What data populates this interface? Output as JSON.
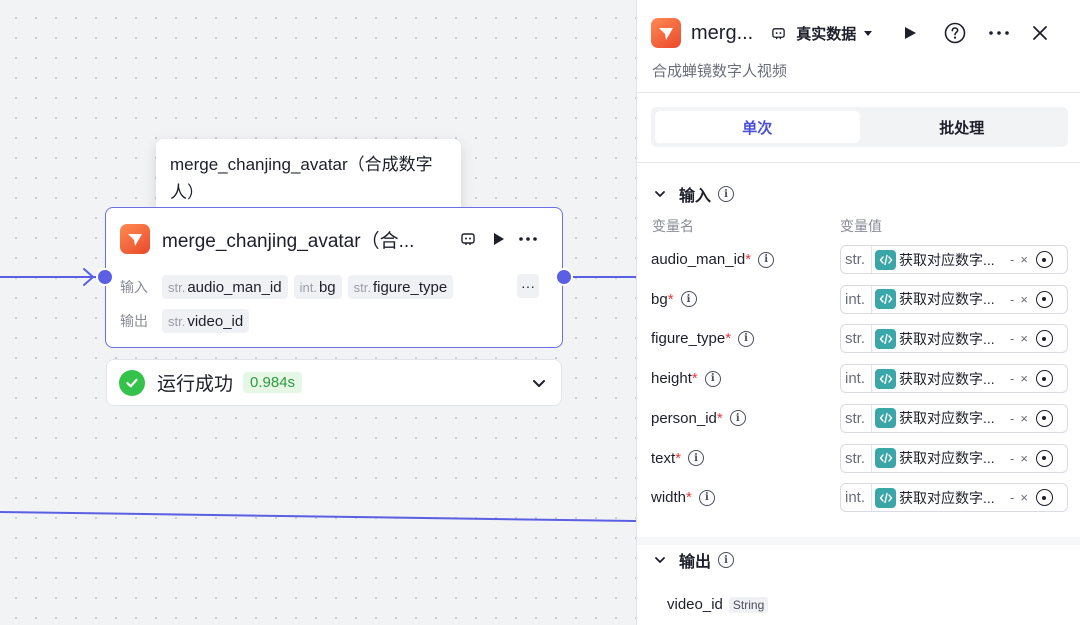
{
  "node": {
    "tooltip": "merge_chanjing_avatar（合成数字人）",
    "title": "merge_chanjing_avatar（合...",
    "input_label": "输入",
    "output_label": "输出",
    "inputs": [
      {
        "type": "str.",
        "name": "audio_man_id"
      },
      {
        "type": "int.",
        "name": "bg"
      },
      {
        "type": "str.",
        "name": "figure_type"
      }
    ],
    "more": "···",
    "outputs": [
      {
        "type": "str.",
        "name": "video_id"
      }
    ]
  },
  "status": {
    "text": "运行成功",
    "duration": "0.984s"
  },
  "panel": {
    "title": "merg...",
    "data_source": "真实数据",
    "subtitle": "合成蝉镜数字人视频",
    "tabs": [
      "单次",
      "批处理"
    ],
    "active_tab": 0,
    "input_section": "输入",
    "col_name": "变量名",
    "col_value": "变量值",
    "variables": [
      {
        "name": "audio_man_id",
        "type": "str.",
        "ref": "获取对应数字...",
        "required": "*"
      },
      {
        "name": "bg",
        "type": "int.",
        "ref": "获取对应数字...",
        "required": "*"
      },
      {
        "name": "figure_type",
        "type": "str.",
        "ref": "获取对应数字...",
        "required": "*"
      },
      {
        "name": "height",
        "type": "int.",
        "ref": "获取对应数字...",
        "required": "*"
      },
      {
        "name": "person_id",
        "type": "str.",
        "ref": "获取对应数字...",
        "required": "*"
      },
      {
        "name": "text",
        "type": "str.",
        "ref": "获取对应数字...",
        "required": "*"
      },
      {
        "name": "width",
        "type": "int.",
        "ref": "获取对应数字...",
        "required": "*"
      }
    ],
    "output_section": "输出",
    "output": {
      "name": "video_id",
      "type": "String"
    }
  },
  "colors": {
    "accent": "#5a5fe3",
    "success": "#34c24a",
    "brand": "#ef5a35",
    "code": "#3aa6a8"
  },
  "icons": [
    "logo-icon",
    "debug-icon",
    "play-icon",
    "more-icon",
    "help-icon",
    "close-icon",
    "chevron-down-icon",
    "info-icon",
    "code-icon",
    "picker-icon",
    "check-icon"
  ]
}
